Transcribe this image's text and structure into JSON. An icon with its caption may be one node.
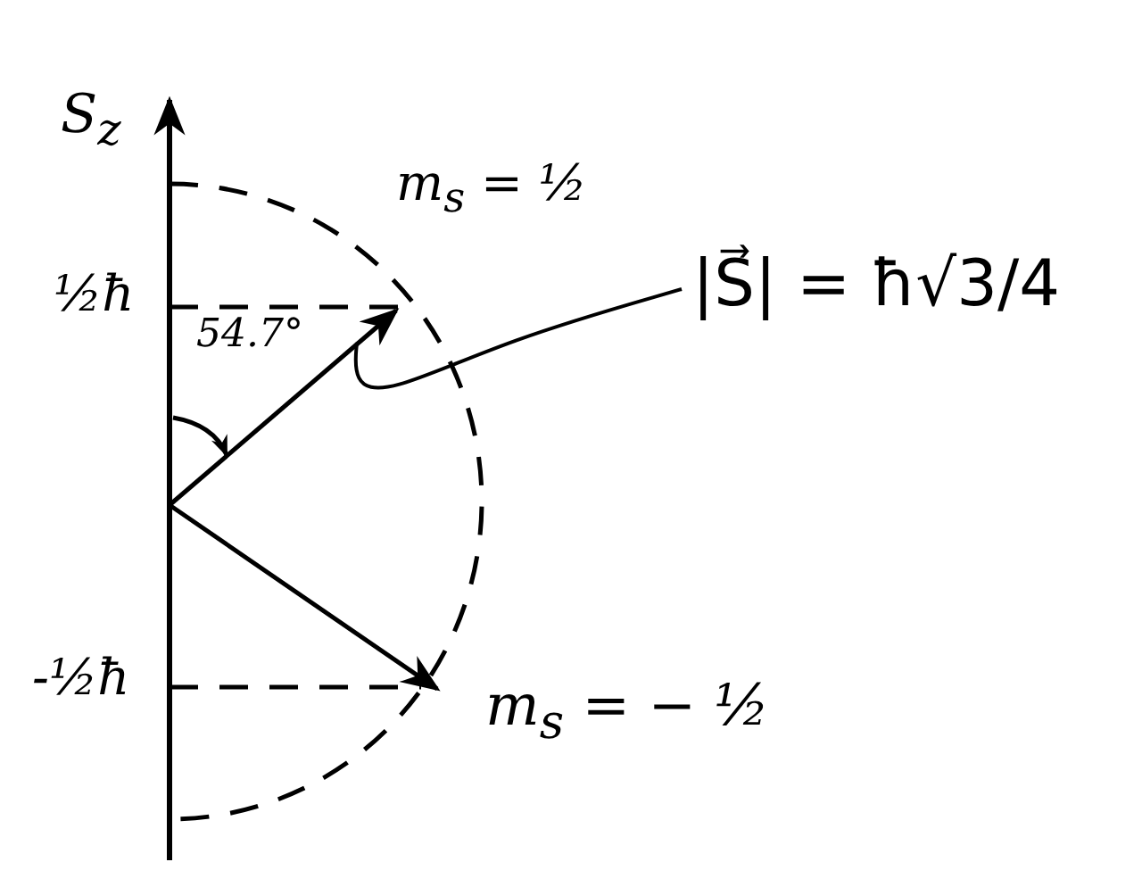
{
  "diagram": {
    "nodes": [
      {
        "text": [
          "|S⃗| = ħ√3/4"
        ]
      },
      {
        "text": [],
        "shape": "arrow"
      }
    ],
    "edges": [
      {
        "from": 0,
        "to": 1,
        "arrow": "none"
      }
    ],
    "labels": [
      "S$_{z}$",
      "m$_{s}$ = ½",
      "½ħ",
      "54.7°",
      "-½ħ",
      "m$_{s}$ = − ½"
    ]
  }
}
